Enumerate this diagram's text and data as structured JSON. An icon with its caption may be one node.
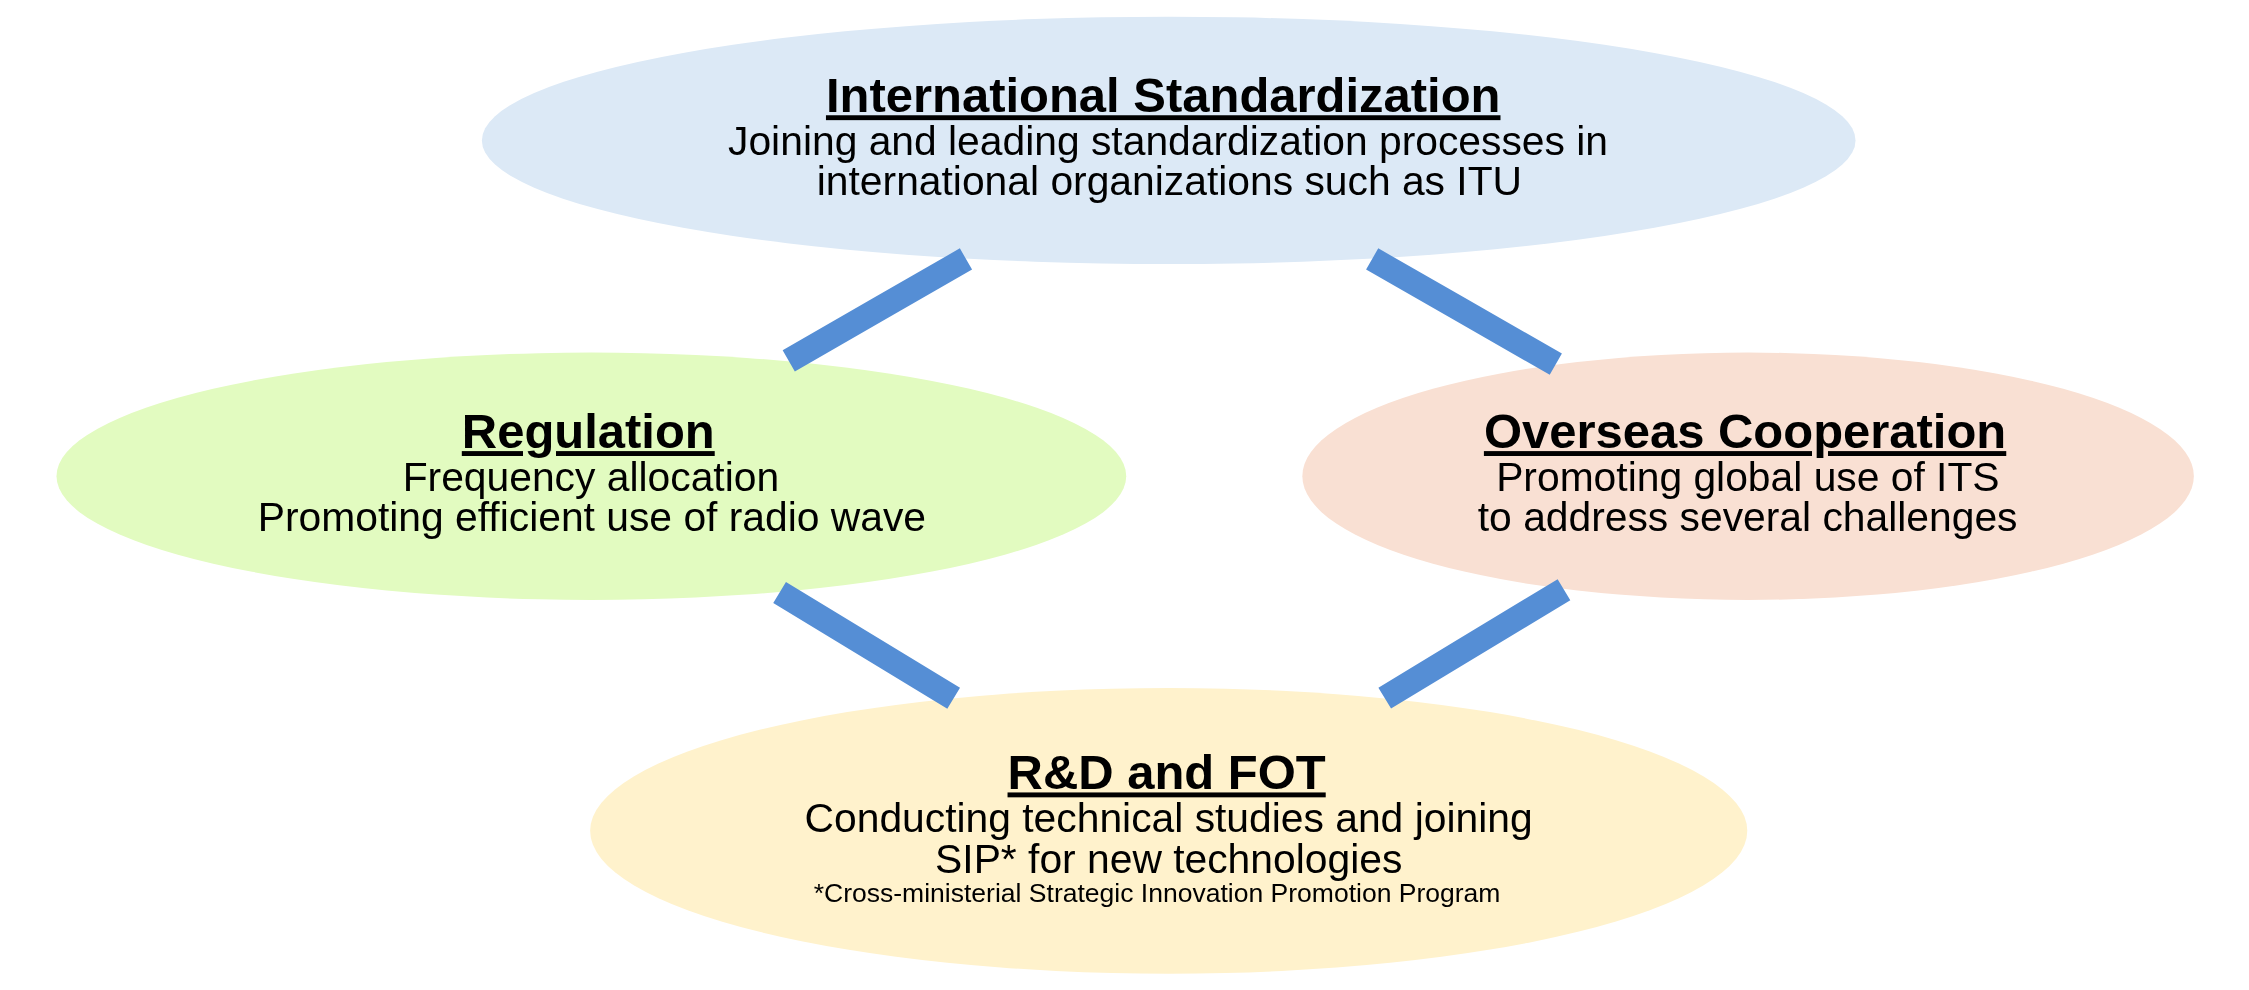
{
  "diagram": {
    "nodes": [
      {
        "text": [
          "International Standardization",
          "Joining and leading standardization processes in international organizations such as ITU"
        ]
      },
      {
        "text": [
          "Regulation",
          "Frequency allocation Promoting efficient use of radio wave"
        ]
      },
      {
        "text": [
          "Overseas Cooperation",
          "Promoting global use of ITS to address several challenges"
        ]
      },
      {
        "text": [
          "R&D and FOT",
          "Conducting technical studies and joining SIP* for new technologies",
          "*Cross-ministerial Strategic Innovation Promotion Program"
        ]
      }
    ],
    "edges": [
      {
        "from": 0,
        "to": 1,
        "arrow": "none"
      },
      {
        "from": 0,
        "to": 2,
        "arrow": "none"
      },
      {
        "from": 1,
        "to": 3,
        "arrow": "none"
      },
      {
        "from": 2,
        "to": 3,
        "arrow": "none"
      }
    ]
  }
}
